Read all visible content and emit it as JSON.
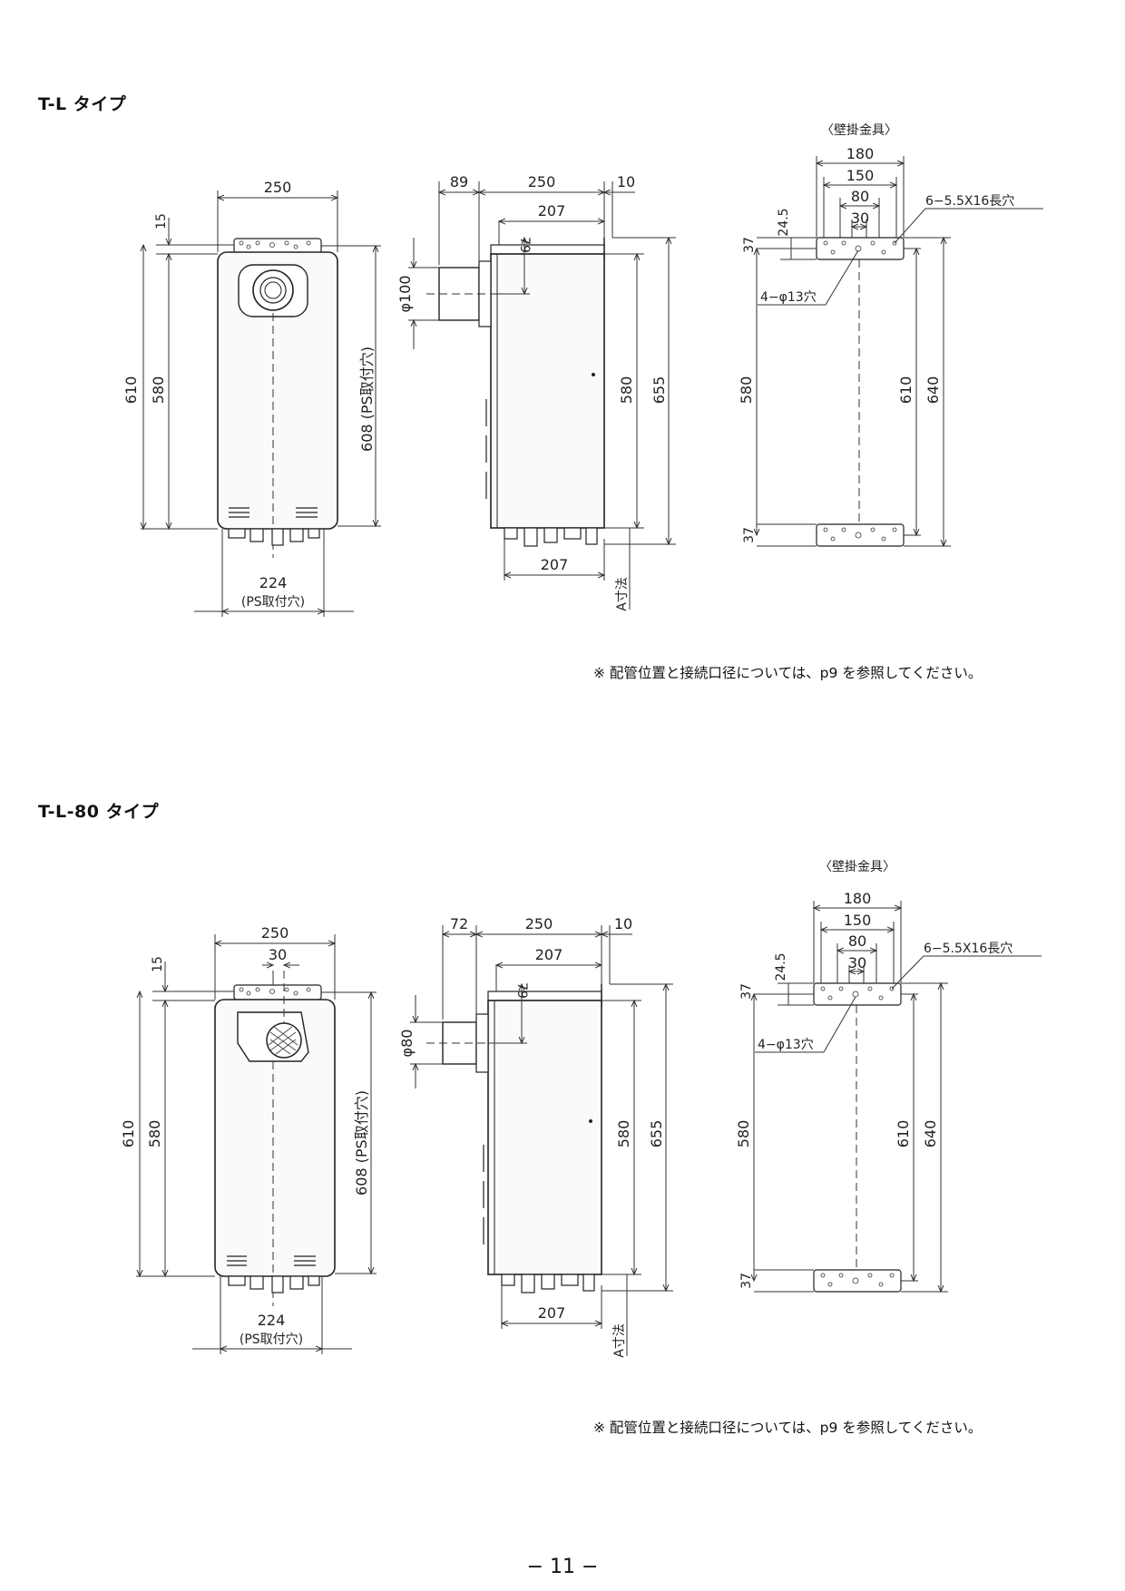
{
  "sections": [
    {
      "title": "T-L タイプ",
      "bracket_label": "〈壁掛金具〉",
      "front": {
        "width": "250",
        "top_gap": "15",
        "overall_height": "610",
        "inner_height": "580",
        "ps_height": "608 (PS取付穴)",
        "ps_width": "224",
        "ps_width_note": "(PS取付穴)"
      },
      "side": {
        "flue_offset": "89",
        "depth": "250",
        "rear_gap": "10",
        "top_depth": "207",
        "flue_height": "79",
        "flue_diameter": "φ100",
        "body_height": "580",
        "total_height": "655",
        "bottom_depth": "207",
        "a_dim": "A寸法"
      },
      "bracket": {
        "w180": "180",
        "w150": "150",
        "w80": "80",
        "w30": "30",
        "slot": "6−5.5X16長穴",
        "h245": "24.5",
        "h37_top": "37",
        "holes": "4−φ13穴",
        "h580": "580",
        "h610": "610",
        "h640": "640",
        "h37_bottom": "37"
      },
      "note": "※ 配管位置と接続口径については、p9 を参照してください。"
    },
    {
      "title": "T-L-80 タイプ",
      "bracket_label": "〈壁掛金具〉",
      "front": {
        "width": "250",
        "top_gap": "15",
        "flue_offset": "30",
        "overall_height": "610",
        "inner_height": "580",
        "ps_height": "608 (PS取付穴)",
        "ps_width": "224",
        "ps_width_note": "(PS取付穴)"
      },
      "side": {
        "flue_offset": "72",
        "depth": "250",
        "rear_gap": "10",
        "top_depth": "207",
        "flue_height": "79",
        "flue_diameter": "φ80",
        "body_height": "580",
        "total_height": "655",
        "bottom_depth": "207",
        "a_dim": "A寸法"
      },
      "bracket": {
        "w180": "180",
        "w150": "150",
        "w80": "80",
        "w30": "30",
        "slot": "6−5.5X16長穴",
        "h245": "24.5",
        "h37_top": "37",
        "holes": "4−φ13穴",
        "h580": "580",
        "h610": "610",
        "h640": "640",
        "h37_bottom": "37"
      },
      "note": "※ 配管位置と接続口径については、p9 を参照してください。"
    }
  ],
  "page_number": "− 11 −"
}
